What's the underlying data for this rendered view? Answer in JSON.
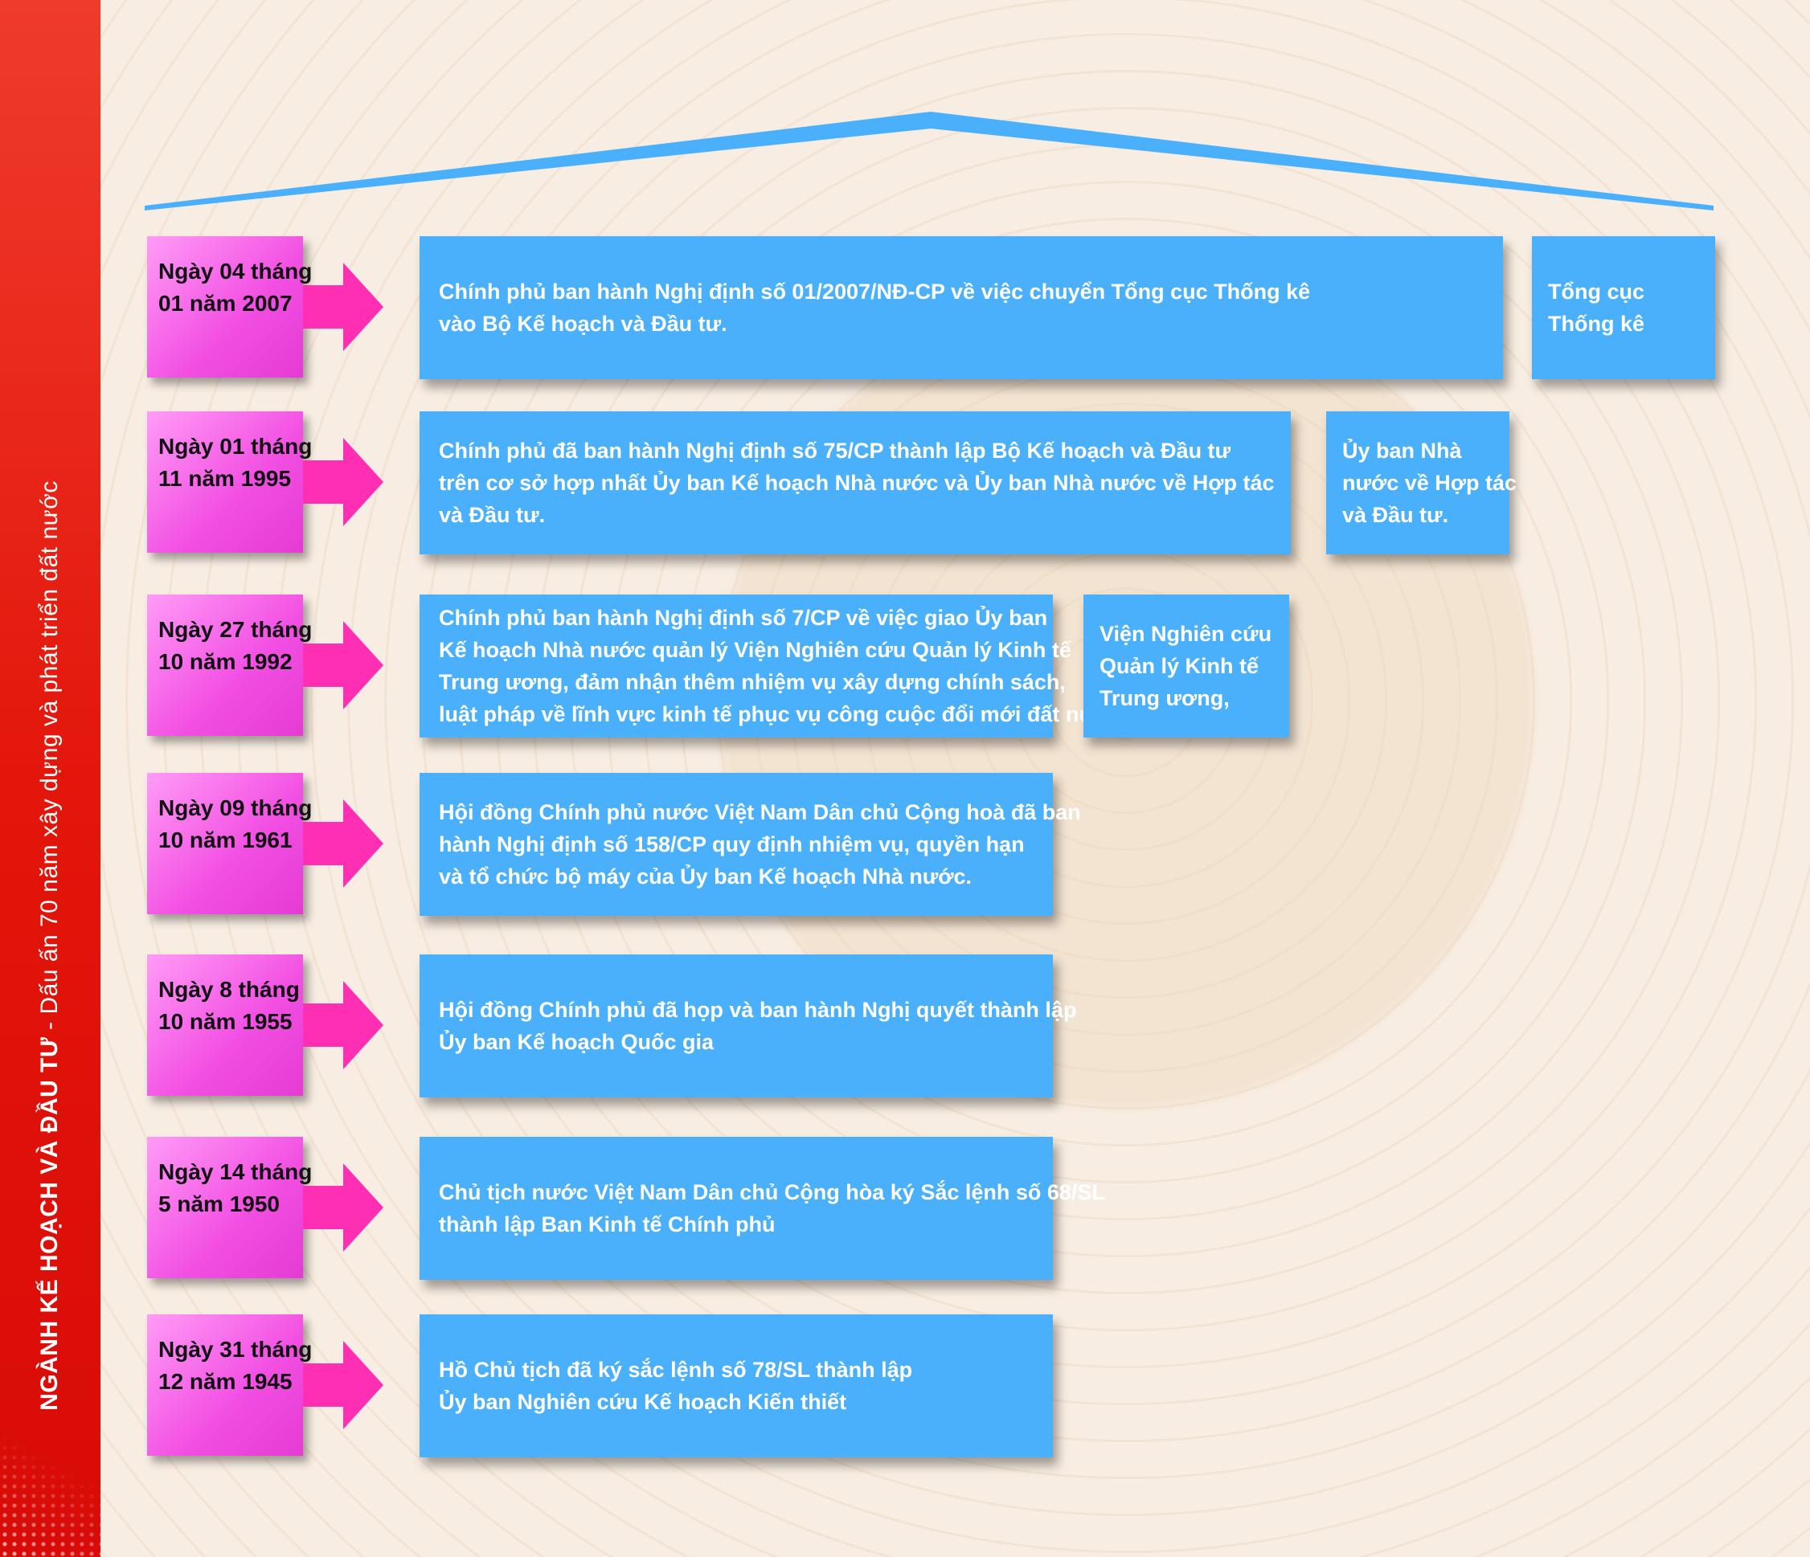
{
  "side_title": {
    "bold": "NGÀNH KẾ HOẠCH VÀ ĐẦU TƯ",
    "normal": " - Dấu ấn 70 năm xây dựng và phát triển đất nước"
  },
  "colors": {
    "date_box": "#f24ee2",
    "event_box": "#4ab0fb",
    "arrow": "#ff2fb3",
    "side_band": "#e3160b",
    "roof": "#4ab0fb"
  },
  "timeline": [
    {
      "date_lines": [
        "Ngày 04 tháng",
        "01 năm 2007"
      ],
      "event_lines": [
        "Chính phủ ban hành Nghị định số 01/2007/NĐ-CP về việc chuyển Tổng cục Thống kê",
        "vào Bộ Kế hoạch và Đầu tư."
      ],
      "label_lines": [
        "Tổng cục",
        "Thống kê"
      ]
    },
    {
      "date_lines": [
        "Ngày 01 tháng",
        "11 năm 1995"
      ],
      "event_lines": [
        "Chính phủ đã ban hành Nghị định số 75/CP thành lập Bộ Kế hoạch và Đầu tư",
        "trên cơ sở hợp nhất Ủy ban Kế hoạch Nhà nước và Ủy ban Nhà nước về Hợp tác",
        "và Đầu tư."
      ],
      "label_lines": [
        "Ủy ban Nhà",
        "nước về Hợp tác",
        "và Đầu tư."
      ]
    },
    {
      "date_lines": [
        "Ngày 27 tháng",
        "10 năm 1992"
      ],
      "event_lines": [
        "Chính phủ ban hành Nghị định số 7/CP về việc giao Ủy ban",
        "Kế hoạch Nhà nước quản lý Viện Nghiên cứu Quản lý Kinh tế",
        "Trung ương, đảm nhận thêm nhiệm vụ xây dựng chính sách,",
        "luật pháp về lĩnh vực kinh tế phục vụ công cuộc đổi mới đất nước."
      ],
      "label_lines": [
        "Viện Nghiên cứu",
        "Quản lý Kinh tế",
        "Trung ương,"
      ]
    },
    {
      "date_lines": [
        "Ngày 09 tháng",
        "10 năm 1961"
      ],
      "event_lines": [
        "Hội đồng Chính phủ nước Việt Nam Dân chủ Cộng hoà đã ban",
        "hành Nghị định số 158/CP quy định nhiệm vụ, quyền hạn",
        "và tổ chức bộ máy của Ủy ban Kế hoạch Nhà nước."
      ],
      "label_lines": []
    },
    {
      "date_lines": [
        "Ngày 8 tháng",
        "10 năm 1955"
      ],
      "event_lines": [
        "Hội đồng Chính phủ đã họp và ban hành Nghị quyết thành lập",
        "Ủy ban Kế hoạch Quốc gia"
      ],
      "label_lines": []
    },
    {
      "date_lines": [
        "Ngày 14 tháng",
        "5 năm 1950"
      ],
      "event_lines": [
        "Chủ tịch nước Việt Nam Dân chủ Cộng hòa ký Sắc lệnh số 68/SL",
        "thành lập Ban Kinh tế Chính phủ"
      ],
      "label_lines": []
    },
    {
      "date_lines": [
        "Ngày 31 tháng",
        "12 năm 1945"
      ],
      "event_lines": [
        "Hồ Chủ tịch đã ký sắc lệnh số 78/SL thành lập",
        "Ủy ban Nghiên cứu Kế hoạch Kiến thiết"
      ],
      "label_lines": []
    }
  ]
}
